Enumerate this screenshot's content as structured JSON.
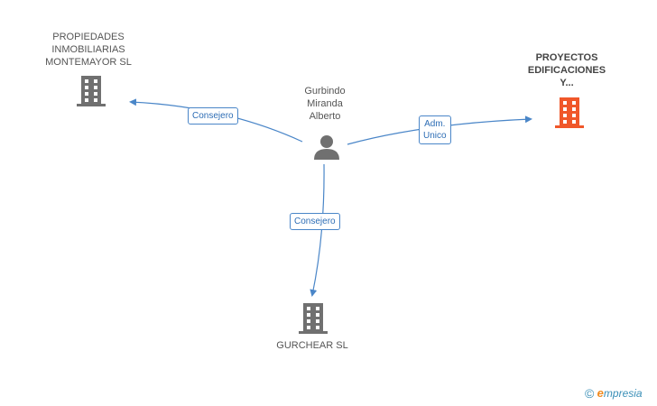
{
  "nodes": {
    "person": {
      "label_lines": [
        "Gurbindo",
        "Miranda",
        "Alberto"
      ],
      "icon": "person-icon"
    },
    "company_top_left": {
      "label_lines": [
        "PROPIEDADES",
        "INMOBILIARIAS",
        "MONTEMAYOR SL"
      ],
      "icon": "building-icon"
    },
    "company_top_right": {
      "label_lines": [
        "PROYECTOS",
        "EDIFICACIONES",
        "Y..."
      ],
      "icon": "building-icon",
      "highlight_color": "#f0572a"
    },
    "company_bottom": {
      "label_lines": [
        "GURCHEAR SL"
      ],
      "icon": "building-icon"
    }
  },
  "edges": {
    "to_top_left": {
      "label_lines": [
        "Consejero"
      ]
    },
    "to_top_right": {
      "label_lines": [
        "Adm.",
        "Unico"
      ]
    },
    "to_bottom": {
      "label_lines": [
        "Consejero"
      ]
    }
  },
  "footer": {
    "copyright_symbol": "©",
    "brand_initial": "e",
    "brand_rest": "mpresia"
  },
  "colors": {
    "edge": "#4a86c8",
    "icon_default": "#707070",
    "icon_highlight": "#f0572a"
  }
}
